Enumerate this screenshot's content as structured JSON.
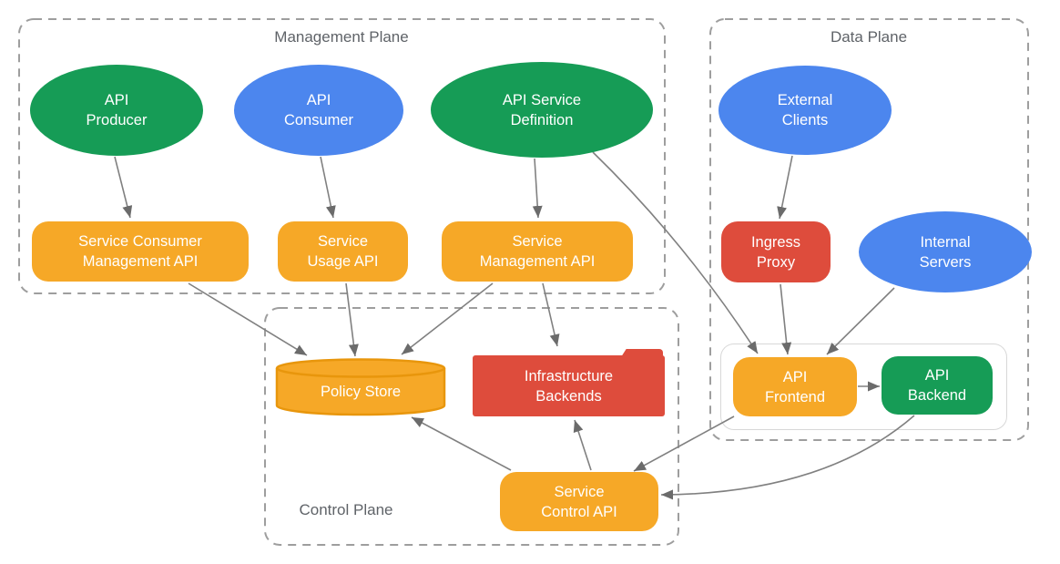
{
  "planes": {
    "management": {
      "label": "Management Plane"
    },
    "data": {
      "label": "Data Plane"
    },
    "control": {
      "label": "Control Plane"
    }
  },
  "nodes": {
    "api_producer": {
      "lines": [
        "API",
        "Producer"
      ],
      "shape": "ellipse",
      "color": "green"
    },
    "api_consumer": {
      "lines": [
        "API",
        "Consumer"
      ],
      "shape": "ellipse",
      "color": "blue"
    },
    "api_service_definition": {
      "lines": [
        "API Service",
        "Definition"
      ],
      "shape": "ellipse",
      "color": "green"
    },
    "service_consumer_management_api": {
      "lines": [
        "Service Consumer",
        "Management API"
      ],
      "shape": "rounded-rect",
      "color": "orange"
    },
    "service_usage_api": {
      "lines": [
        "Service",
        "Usage API"
      ],
      "shape": "rounded-rect",
      "color": "orange"
    },
    "service_management_api": {
      "lines": [
        "Service",
        "Management API"
      ],
      "shape": "rounded-rect",
      "color": "orange"
    },
    "external_clients": {
      "lines": [
        "External",
        "Clients"
      ],
      "shape": "ellipse",
      "color": "blue"
    },
    "ingress_proxy": {
      "lines": [
        "Ingress",
        "Proxy"
      ],
      "shape": "rounded-rect",
      "color": "red"
    },
    "internal_servers": {
      "lines": [
        "Internal",
        "Servers"
      ],
      "shape": "ellipse",
      "color": "blue"
    },
    "api_frontend": {
      "lines": [
        "API",
        "Frontend"
      ],
      "shape": "rounded-rect",
      "color": "orange"
    },
    "api_backend": {
      "lines": [
        "API",
        "Backend"
      ],
      "shape": "rounded-rect",
      "color": "green"
    },
    "policy_store": {
      "lines": [
        "Policy Store"
      ],
      "shape": "cylinder",
      "color": "orange"
    },
    "infrastructure_backends": {
      "lines": [
        "Infrastructure",
        "Backends"
      ],
      "shape": "folder",
      "color": "red"
    },
    "service_control_api": {
      "lines": [
        "Service",
        "Control API"
      ],
      "shape": "rounded-rect",
      "color": "orange"
    }
  },
  "edges": [
    {
      "from": "api_producer",
      "to": "service_consumer_management_api"
    },
    {
      "from": "api_consumer",
      "to": "service_usage_api"
    },
    {
      "from": "api_service_definition",
      "to": "service_management_api"
    },
    {
      "from": "api_service_definition",
      "to": "api_frontend"
    },
    {
      "from": "service_consumer_management_api",
      "to": "policy_store"
    },
    {
      "from": "service_usage_api",
      "to": "policy_store"
    },
    {
      "from": "service_management_api",
      "to": "policy_store"
    },
    {
      "from": "service_management_api",
      "to": "infrastructure_backends"
    },
    {
      "from": "external_clients",
      "to": "ingress_proxy"
    },
    {
      "from": "ingress_proxy",
      "to": "api_frontend"
    },
    {
      "from": "internal_servers",
      "to": "api_frontend"
    },
    {
      "from": "api_frontend",
      "to": "api_backend"
    },
    {
      "from": "api_frontend",
      "to": "service_control_api"
    },
    {
      "from": "api_backend",
      "to": "service_control_api"
    },
    {
      "from": "service_control_api",
      "to": "infrastructure_backends"
    },
    {
      "from": "service_control_api",
      "to": "policy_store"
    }
  ],
  "colors": {
    "green": "#169c56",
    "blue": "#4c86ee",
    "orange": "#f6a827",
    "red": "#de4c3c",
    "arrow": "#808080",
    "arrowhead": "#6b6b6b",
    "plane-border": "#9e9e9e",
    "plane-label": "#5f6368"
  }
}
